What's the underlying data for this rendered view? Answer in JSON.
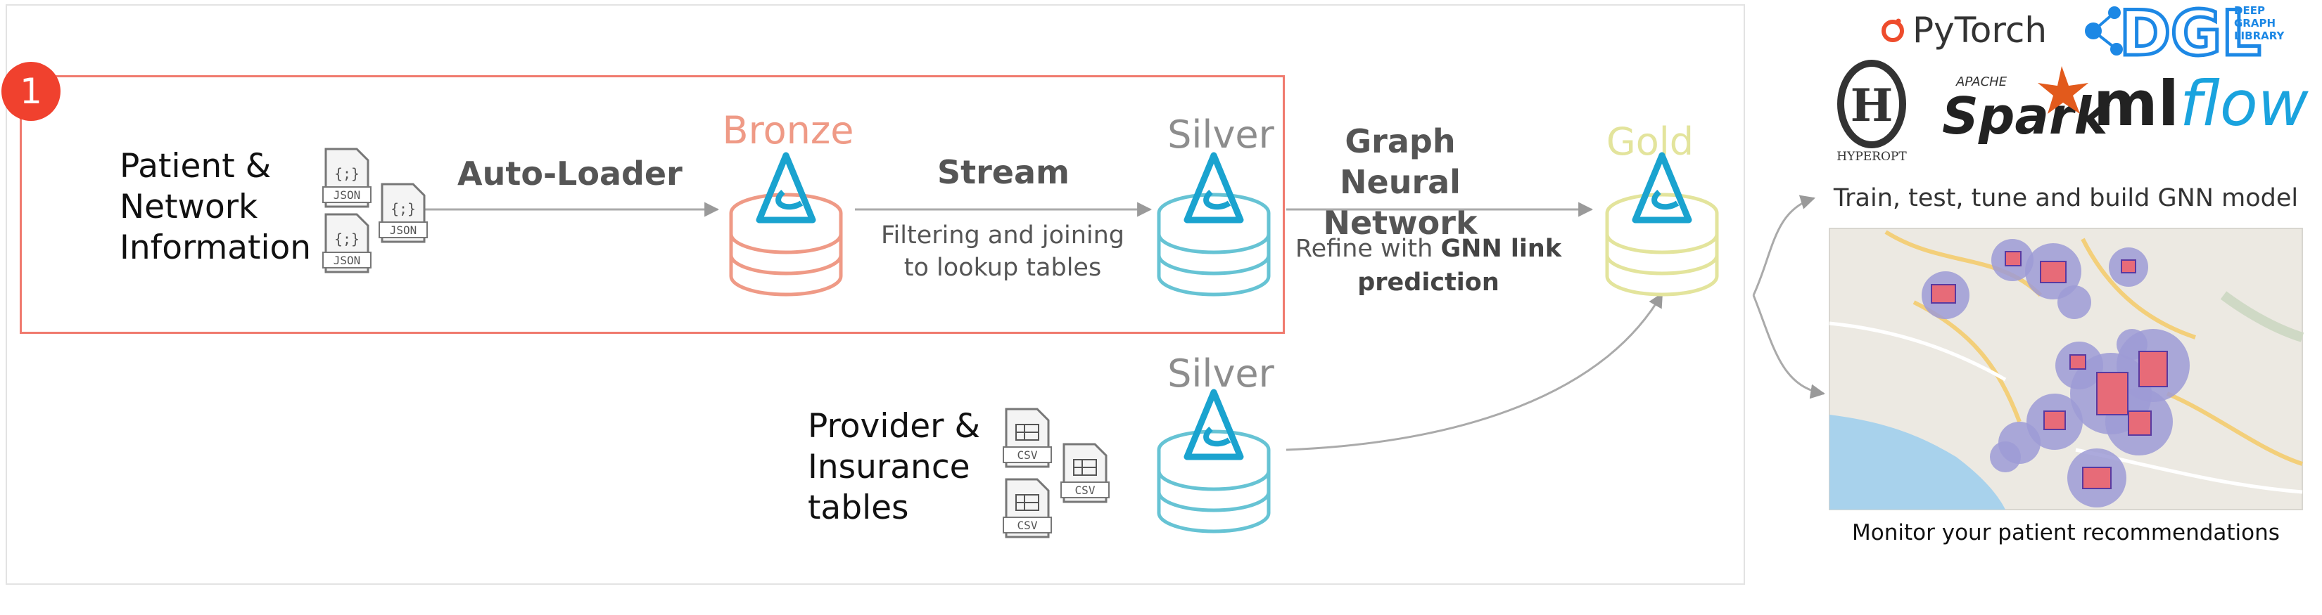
{
  "step_badge": "1",
  "sources": {
    "patient_lines": [
      "Patient &",
      "Network",
      "Information"
    ],
    "provider_lines": [
      "Provider &",
      "Insurance",
      "tables"
    ],
    "json_label": "JSON",
    "csv_label": "CSV",
    "json_glyph": "{;}"
  },
  "edges": {
    "autoloader": "Auto-Loader",
    "stream": "Stream",
    "stream_sub_lines": [
      "Filtering and joining",
      "to lookup tables"
    ],
    "gnn_lines": [
      "Graph Neural",
      "Network"
    ],
    "refine_line1": "Refine with ",
    "refine_bold": "GNN link",
    "refine_line2": "prediction"
  },
  "stages": {
    "bronze": "Bronze",
    "silver": "Silver",
    "silver_lower": "Silver",
    "gold": "Gold"
  },
  "colors": {
    "bronze": "#ef9a86",
    "silver": "#66c3d4",
    "gold": "#e3e49c",
    "badge": "#f0412e",
    "redbox": "#f07a6e"
  },
  "logos": {
    "pytorch": "PyTorch",
    "dgl": "DGL",
    "dgl_sub_lines": [
      "DEEP",
      "GRAPH",
      "LIBRARY"
    ],
    "hyperopt_letter": "H",
    "hyperopt": "HYPEROPT",
    "spark_apache": "APACHE",
    "spark": "Spark",
    "mlflow_ml": "ml",
    "mlflow_flow": "flow"
  },
  "right_panel": {
    "train_caption": "Train, test, tune and build GNN model",
    "monitor_caption": "Monitor your patient recommendations"
  }
}
